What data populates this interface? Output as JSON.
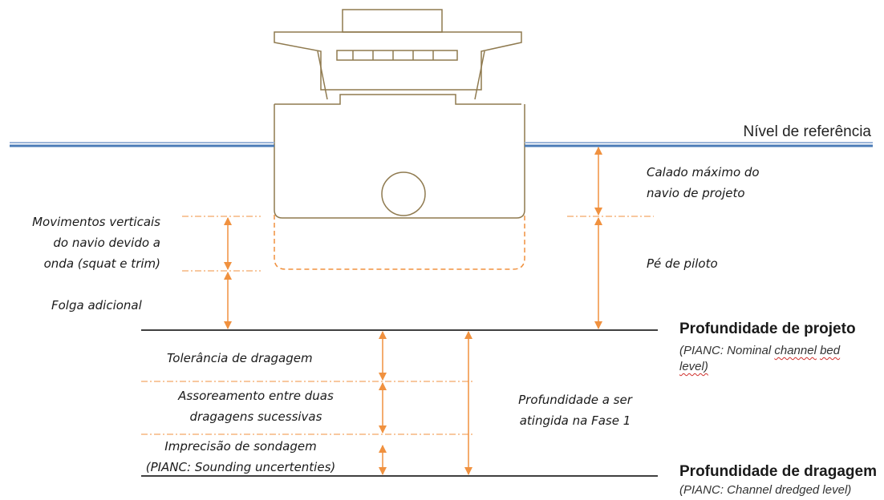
{
  "colors": {
    "vessel": "#8f7a4f",
    "waterline": "#4a7bb7",
    "waterline_shadow": "#9db6d8",
    "arrow": "#f0913f",
    "dash": "#f0913f",
    "line": "#000000"
  },
  "reference": {
    "label": "Nível de referência"
  },
  "labels": {
    "calado_1": "Calado máximo do",
    "calado_2": "navio de projeto",
    "movimentos_1": "Movimentos verticais",
    "movimentos_2": "do navio devido a",
    "movimentos_3": "onda (squat e trim)",
    "pe_piloto": "Pé de piloto",
    "folga": "Folga adicional",
    "tolerancia": "Tolerância de dragagem",
    "assoreamento_1": "Assoreamento entre duas",
    "assoreamento_2": "dragagens sucessivas",
    "imprecisao_1": "Imprecisão de sondagem",
    "imprecisao_2": "(PIANC: Sounding uncertenties)",
    "fase1_1": "Profundidade a ser",
    "fase1_2": "atingida na Fase 1"
  },
  "levels": {
    "projeto_title": "Profundidade de projeto",
    "projeto_sub_1": "(PIANC: Nominal",
    "projeto_sub_2": "channel",
    "projeto_sub_3": "bed",
    "projeto_sub_4": "level)",
    "dragagem_title": "Profundidade de dragagem",
    "dragagem_sub": "(PIANC: Channel dredged level)"
  }
}
